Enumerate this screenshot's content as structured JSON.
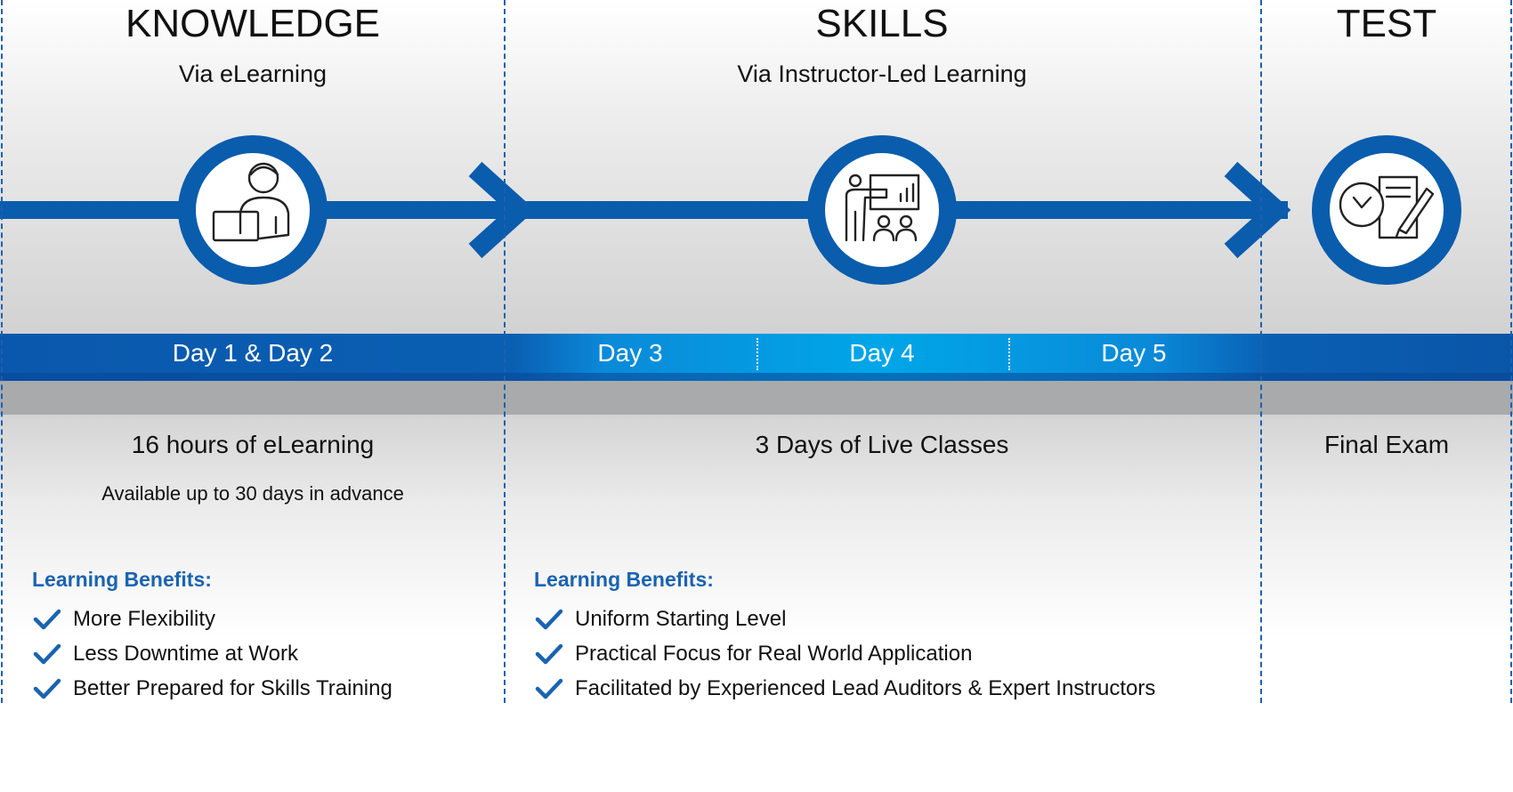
{
  "phases": [
    {
      "heading": "KNOWLEDGE",
      "subheading": "Via eLearning",
      "days": [
        "Day 1 & Day 2"
      ],
      "summary": "16 hours of eLearning",
      "detail": "Available up to 30 days in advance",
      "benefits_title": "Learning Benefits:",
      "benefits": [
        "More Flexibility",
        "Less Downtime at Work",
        "Better Prepared for Skills Training"
      ],
      "icon": "person-laptop-icon"
    },
    {
      "heading": "SKILLS",
      "subheading": "Via Instructor-Led Learning",
      "days": [
        "Day 3",
        "Day 4",
        "Day 5"
      ],
      "summary": "3 Days of Live Classes",
      "benefits_title": "Learning Benefits:",
      "benefits": [
        "Uniform Starting Level",
        "Practical Focus for Real World Application",
        "Facilitated by Experienced Lead Auditors & Expert Instructors"
      ],
      "icon": "instructor-classroom-icon"
    },
    {
      "heading": "TEST",
      "summary": "Final Exam",
      "icon": "clock-exam-icon"
    }
  ],
  "colors": {
    "primary_blue": "#0a5cad",
    "accent_blue": "#00a6e8",
    "benefit_title": "#1a63b0",
    "grey_band": "#a8aaac"
  }
}
